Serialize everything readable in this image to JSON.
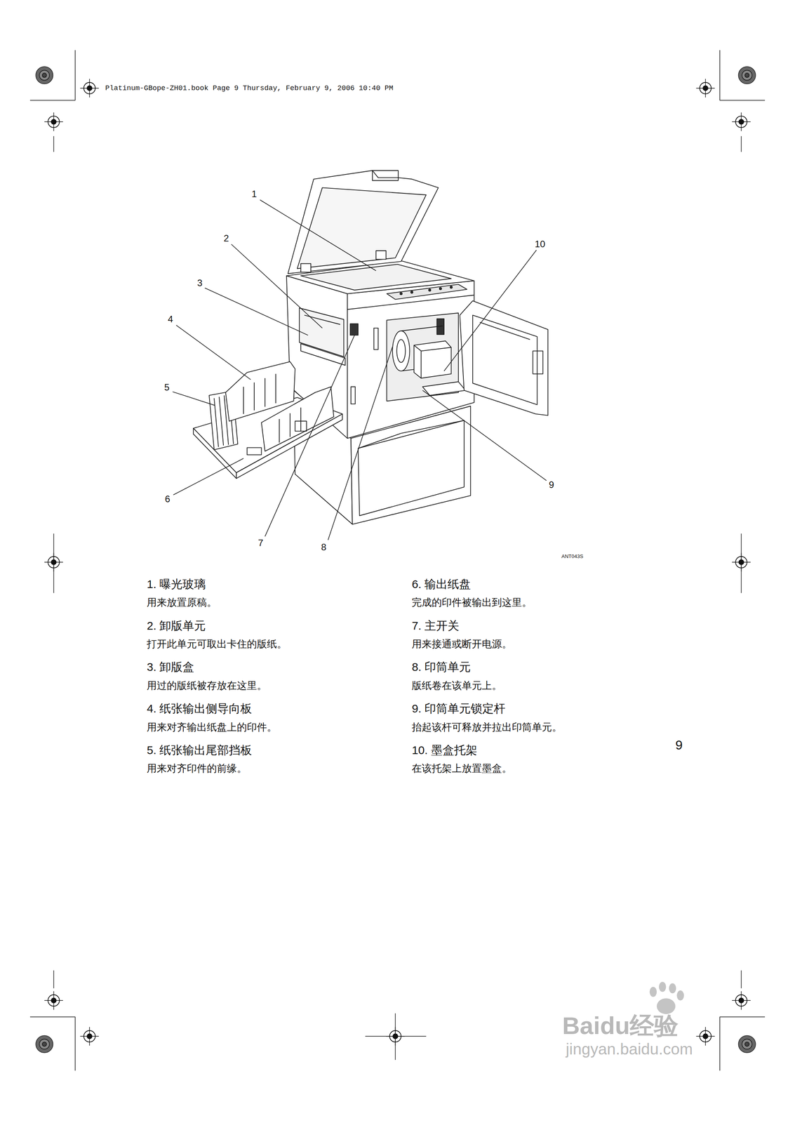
{
  "diagram": {
    "labels": [
      "Platinum-GBope-ZH01.book  Page 9  Thursday, February 9, 2006  10:40 PM",
      "1",
      "2",
      "3",
      "4",
      "5",
      "6",
      "7",
      "8",
      "9",
      "10",
      "ANT043S",
      "1. 曝光玻璃",
      "用来放置原稿。",
      "2. 卸版单元",
      "打开此单元可取出卡住的版纸。",
      "3. 卸版盒",
      "用过的版纸被存放在这里。",
      "4. 纸张输出侧导向板",
      "用来对齐输出纸盘上的印件。",
      "5. 纸张输出尾部挡板",
      "用来对齐印件的前缘。",
      "6. 输出纸盘",
      "完成的印件被输出到这里。",
      "7. 主开关",
      "用来接通或断开电源。",
      "8. 印筒单元",
      "版纸卷在该单元上。",
      "9. 印筒单元锁定杆",
      "抬起该杆可释放并拉出印筒单元。",
      "10. 墨盒托架",
      "在该托架上放置墨盒。",
      "9",
      "Baidu经验",
      "jingyan.baidu.com"
    ]
  }
}
